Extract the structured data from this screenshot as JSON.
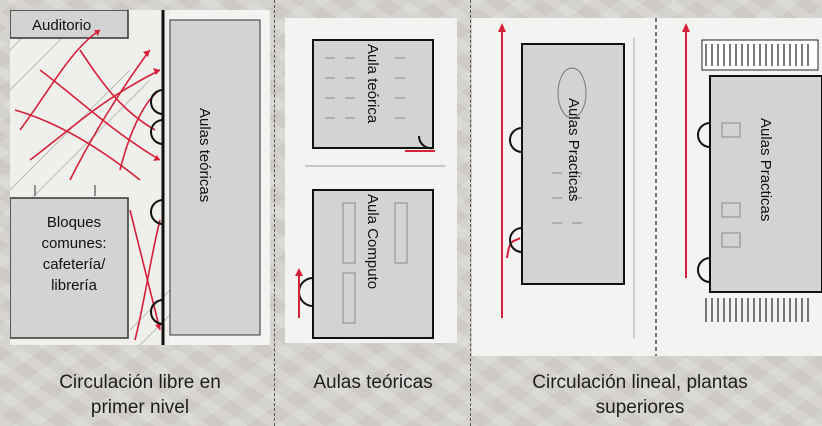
{
  "panel1": {
    "label_auditorio": "Auditorio",
    "label_aulas": "Aulas teóricas",
    "label_bloques": [
      "Bloques",
      "comunes:",
      "cafetería/",
      "librería"
    ],
    "caption_lines": [
      "Circulación libre en",
      "primer nivel"
    ]
  },
  "panel2": {
    "label_aula_teorica": "Aula teórica",
    "label_aula_computo": "Aula Computo",
    "caption": "Aulas teóricas"
  },
  "panel3": {
    "label_aulas_practicas_1": "Aulas Practicas",
    "label_aulas_practicas_2": "Aulas Practicas",
    "caption_lines": [
      "Circulación lineal, plantas",
      "superiores"
    ]
  },
  "colors": {
    "circulation_red": "#d6203a",
    "room_fill": "#d3d3d3",
    "outline": "#111111"
  }
}
